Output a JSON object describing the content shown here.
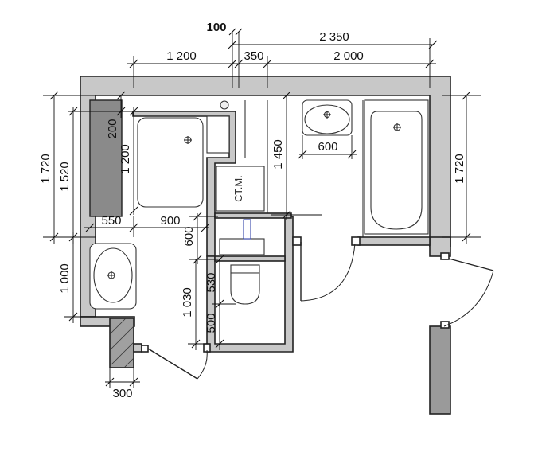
{
  "dimensions": {
    "top_100": "100",
    "top_2350": "2 350",
    "top_1200": "1 200",
    "top_350": "350",
    "top_2000": "2 000",
    "left_1720": "1 720",
    "left_1520": "1 520",
    "left_1000": "1 000",
    "inner_200": "200",
    "inner_1200": "1 200",
    "inner_550": "550",
    "inner_900": "900",
    "inner_1450": "1 450",
    "inner_600_sink": "600",
    "inner_600_v": "600",
    "inner_530": "530",
    "inner_1030": "1 030",
    "inner_500": "500",
    "right_1720": "1 720",
    "bottom_300": "300"
  },
  "labels": {
    "washing_machine": "СТ.М."
  }
}
